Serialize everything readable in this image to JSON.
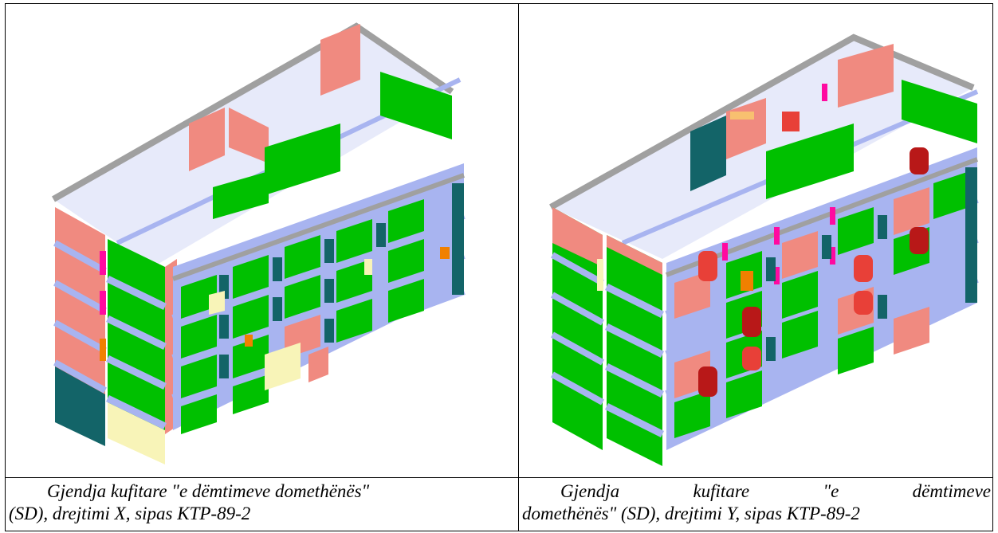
{
  "figures": [
    {
      "caption_line1": "Gjendja kufitare \"e dëmtimeve domethënës\"",
      "caption_line2": "(SD), drejtimi X, sipas KTP-89-2"
    },
    {
      "caption_words": [
        "Gjendja",
        "kufitare",
        "\"e",
        "dëmtimeve"
      ],
      "caption_line2": "domethënës\" (SD), drejtimi Y, sipas KTP-89-2"
    }
  ],
  "colors": {
    "green": "#00c000",
    "salmon": "#f08a80",
    "lavender": "#a8b4f0",
    "teal": "#136468",
    "gray": "#a0a0a0",
    "pale_yellow": "#f8f4b8",
    "orange": "#f08000",
    "magenta": "#ff0aa0",
    "red": "#e84038",
    "dark_red": "#b81818"
  }
}
